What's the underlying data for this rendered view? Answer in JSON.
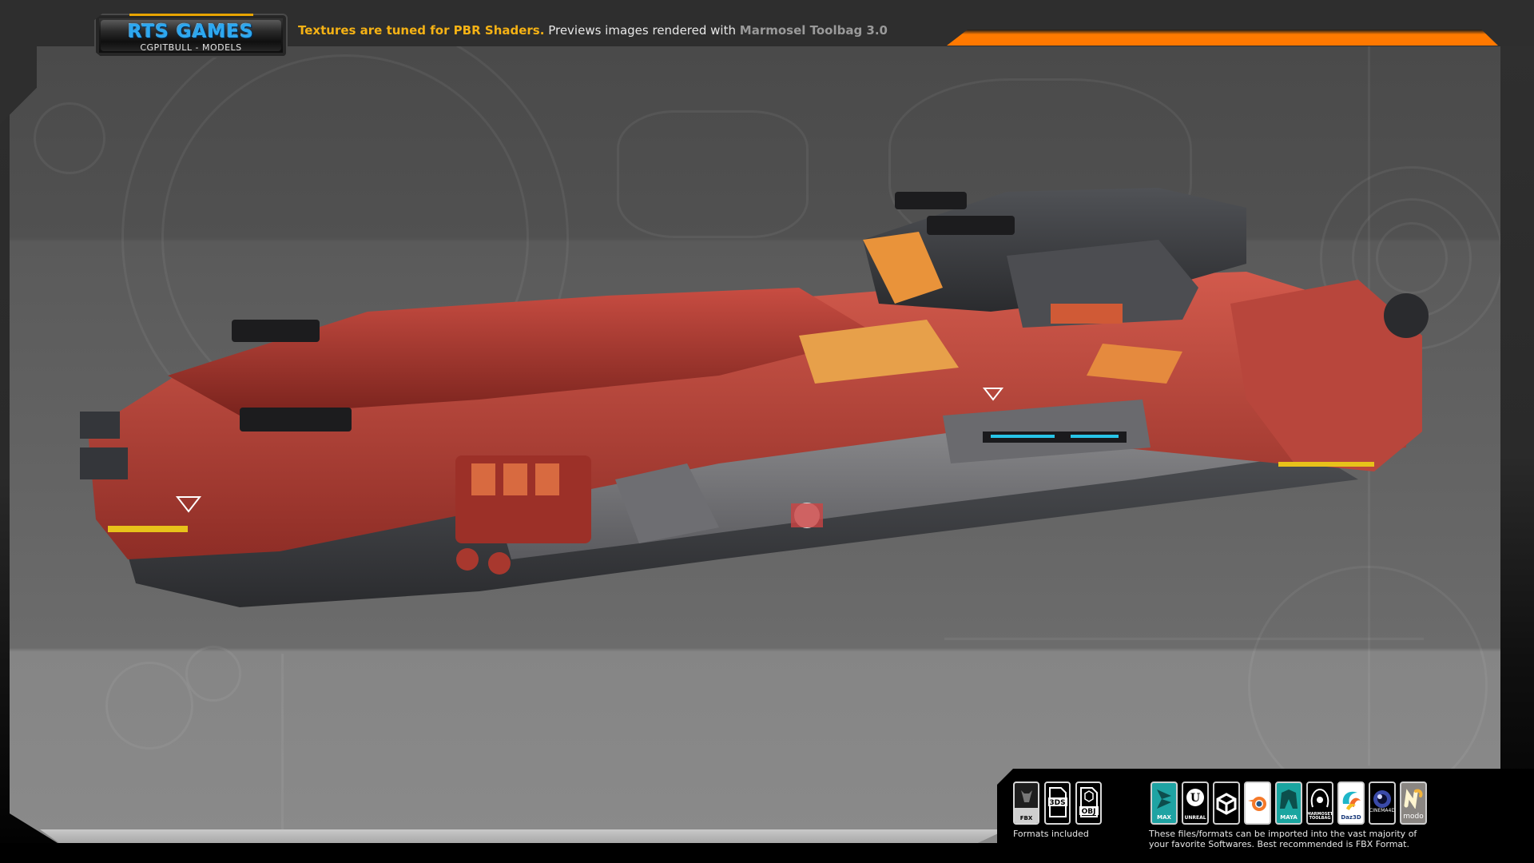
{
  "header": {
    "logo_title": "RTS GAMES",
    "logo_subtitle": "CGPITBULL - MODELS",
    "text_highlight": "Textures are tuned for PBR Shaders.",
    "text_normal": " Previews images rendered with ",
    "text_muted": "Marmosel Toolbag 3.0"
  },
  "colors": {
    "accent_orange": "#ff7a00",
    "highlight_yellow": "#f5b215",
    "logo_blue": "#2da8f0",
    "ship_red": "#b8463c",
    "ship_dark": "#3a3b3e"
  },
  "preview": {
    "subject": "red sci-fi battlecruiser starship 3D render",
    "icons": [
      "spaceship-render"
    ]
  },
  "formats": {
    "items": [
      {
        "label": "FBX",
        "icon": "fbx-file-icon"
      },
      {
        "label": "3DS",
        "icon": "3ds-file-icon"
      },
      {
        "label": "OBJ",
        "icon": "obj-file-icon"
      }
    ],
    "caption": "Formats included"
  },
  "software": {
    "items": [
      {
        "label": "MAX",
        "icon": "3ds-max-icon",
        "bg": "#1fa3a3"
      },
      {
        "label": "UNREAL",
        "icon": "unreal-engine-icon",
        "bg": "#000000"
      },
      {
        "label": "",
        "icon": "unity-icon",
        "bg": "#000000"
      },
      {
        "label": "",
        "icon": "blender-icon",
        "bg": "#ffffff"
      },
      {
        "label": "MAYA",
        "icon": "maya-icon",
        "bg": "#1aa5a0"
      },
      {
        "label": "MARMOSET TOOLBAG",
        "icon": "marmoset-toolbag-icon",
        "bg": "#000000"
      },
      {
        "label": "Daz3D",
        "icon": "daz3d-icon",
        "bg": "#ffffff"
      },
      {
        "label": "CINEMA4D",
        "icon": "cinema4d-icon",
        "bg": "#000000"
      },
      {
        "label": "modo",
        "icon": "modo-icon",
        "bg": "#8a8682"
      }
    ],
    "caption_line1": "These files/formats can be imported into the vast majority of",
    "caption_line2": "your favorite Softwares. Best recommended is FBX Format."
  }
}
